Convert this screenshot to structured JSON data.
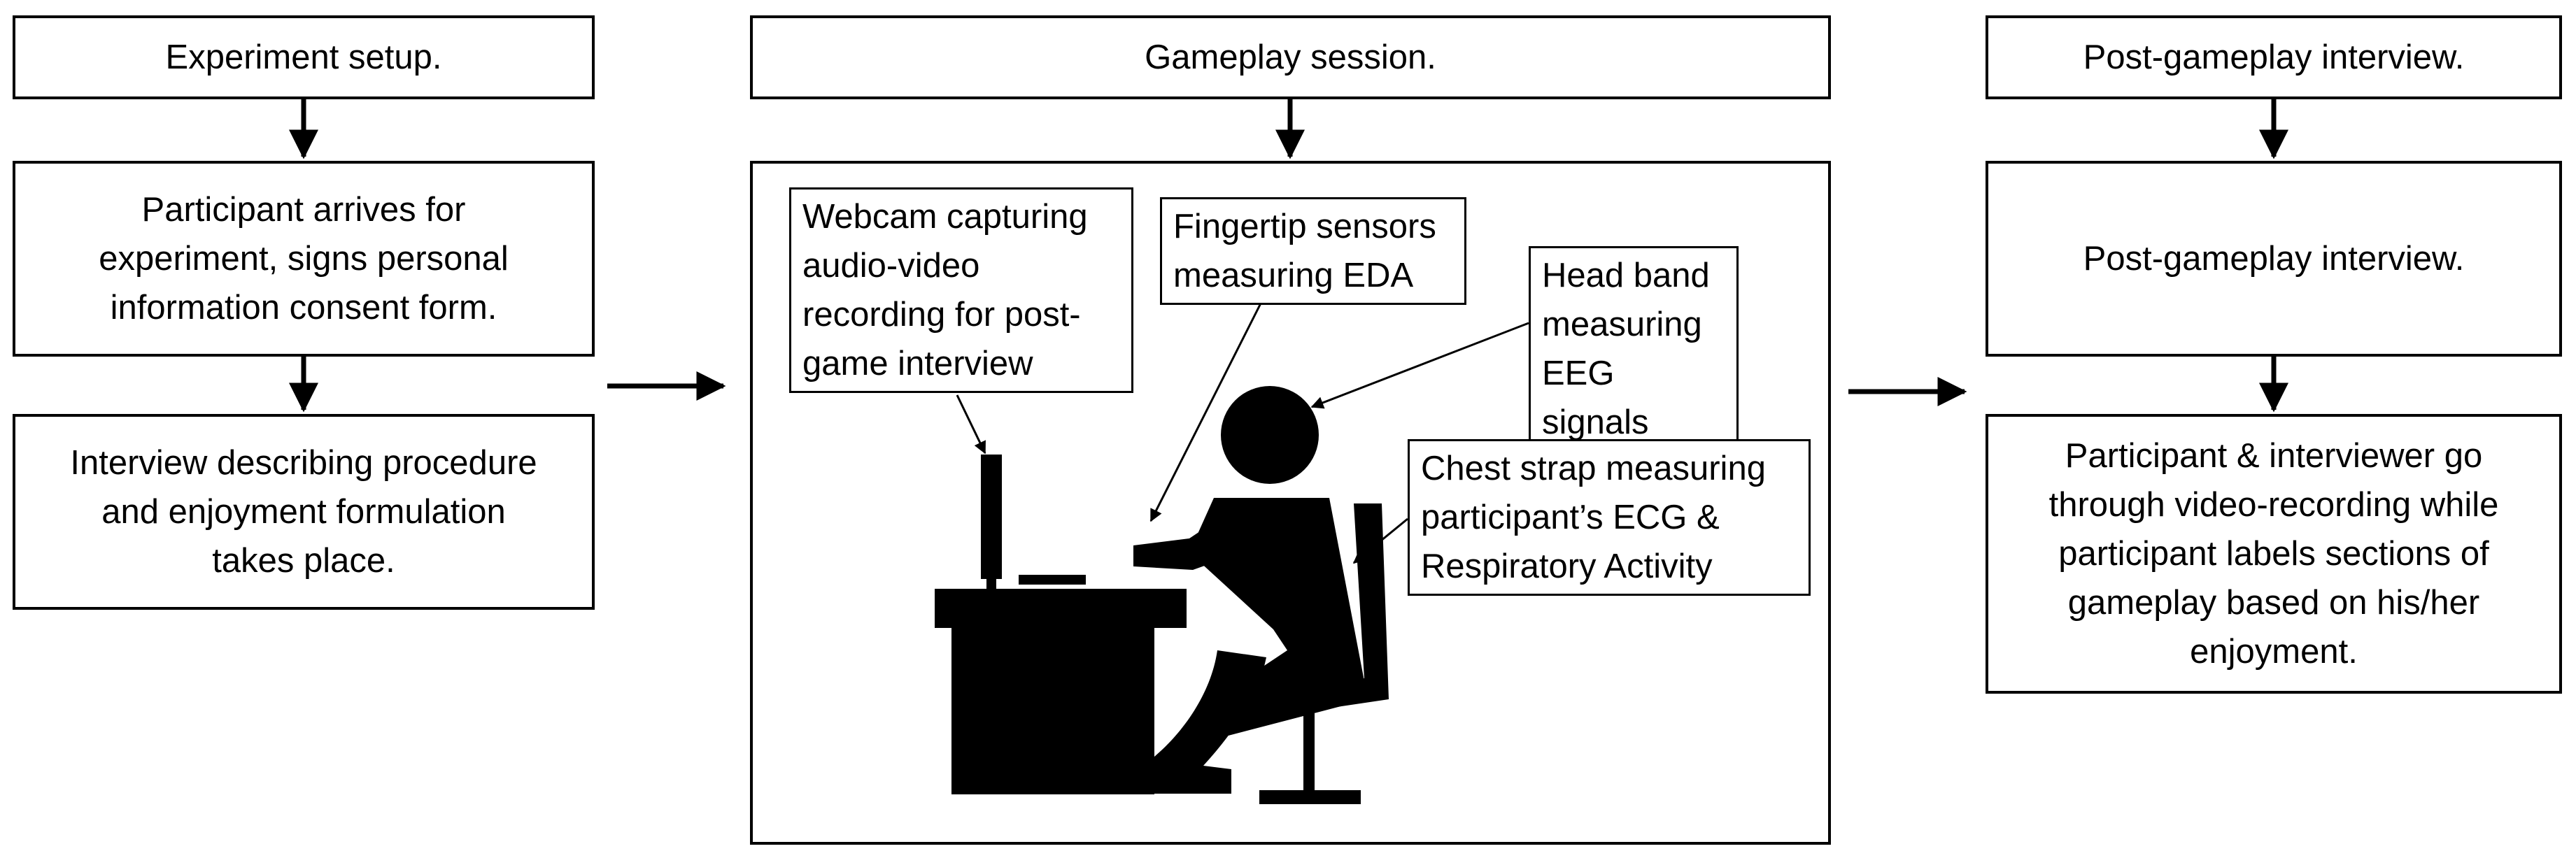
{
  "columns": {
    "setup": {
      "header": "Experiment setup.",
      "step1": "Participant arrives for\nexperiment, signs personal\ninformation consent form.",
      "step2": "Interview describing procedure\nand enjoyment formulation\ntakes place."
    },
    "session": {
      "header": "Gameplay session.",
      "labels": {
        "webcam": "Webcam capturing\naudio-video\nrecording for post-\ngame interview",
        "fingertip": "Fingertip sensors\nmeasuring EDA",
        "headband": "Head band\nmeasuring\nEEG signals",
        "chest": "Chest strap measuring\nparticipant’s ECG &\nRespiratory Activity"
      }
    },
    "interview": {
      "header": "Post-gameplay interview.",
      "step1": "Post-gameplay interview.",
      "step2": "Participant & interviewer go\nthrough video-recording while\nparticipant labels sections of\ngameplay based on his/her\nenjoyment."
    }
  }
}
